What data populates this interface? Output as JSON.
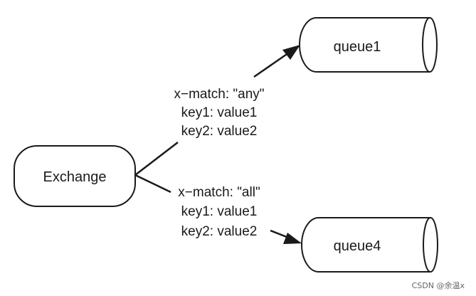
{
  "nodes": {
    "exchange": {
      "label": "Exchange"
    },
    "queue1": {
      "label": "queue1"
    },
    "queue4": {
      "label": "queue4"
    }
  },
  "edges": {
    "to_queue1": {
      "lines": [
        "x−match: \"any\"",
        "key1: value1",
        "key2: value2"
      ]
    },
    "to_queue4": {
      "lines": [
        "x−match: \"all\"",
        "key1: value1",
        "key2: value2"
      ]
    }
  },
  "watermark": "CSDN @余温x"
}
